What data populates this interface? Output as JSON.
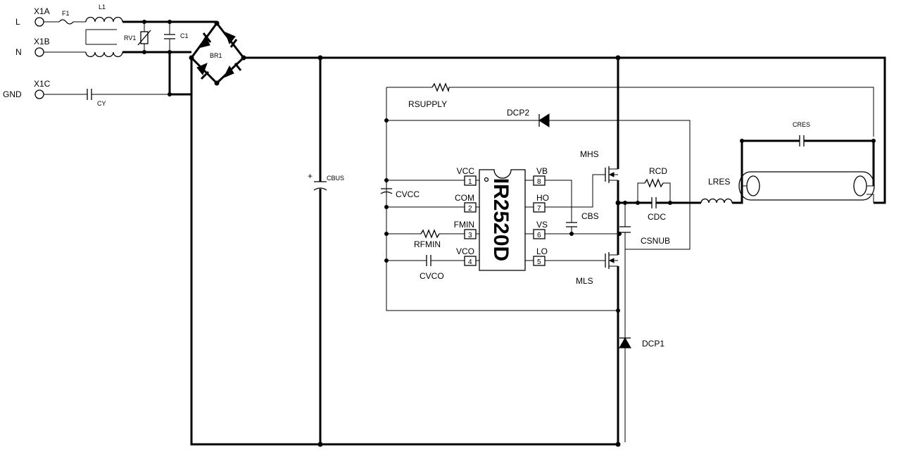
{
  "terminals": {
    "l_label": "L",
    "n_label": "N",
    "gnd_label": "GND",
    "x1a": "X1A",
    "x1b": "X1B",
    "x1c": "X1C"
  },
  "components": {
    "f1": "F1",
    "l1": "L1",
    "rv1": "RV1",
    "c1": "C1",
    "cy": "CY",
    "br1": "BR1",
    "cbus": "CBUS",
    "cbus_plus": "+",
    "rsupply": "RSUPPLY",
    "dcp2": "DCP2",
    "cvcc": "CVCC",
    "rfmin": "RFMIN",
    "cvco": "CVCO",
    "cbs": "CBS",
    "mhs": "MHS",
    "mls": "MLS",
    "rcd": "RCD",
    "cdc": "CDC",
    "csnub": "CSNUB",
    "lres": "LRES",
    "cres": "CRES",
    "dcp1": "DCP1"
  },
  "ic": {
    "name": "IR2520D",
    "pins_left": [
      {
        "name": "VCC",
        "num": "1"
      },
      {
        "name": "COM",
        "num": "2"
      },
      {
        "name": "FMIN",
        "num": "3"
      },
      {
        "name": "VCO",
        "num": "4"
      }
    ],
    "pins_right": [
      {
        "name": "VB",
        "num": "8"
      },
      {
        "name": "HO",
        "num": "7"
      },
      {
        "name": "VS",
        "num": "6"
      },
      {
        "name": "LO",
        "num": "5"
      }
    ]
  }
}
